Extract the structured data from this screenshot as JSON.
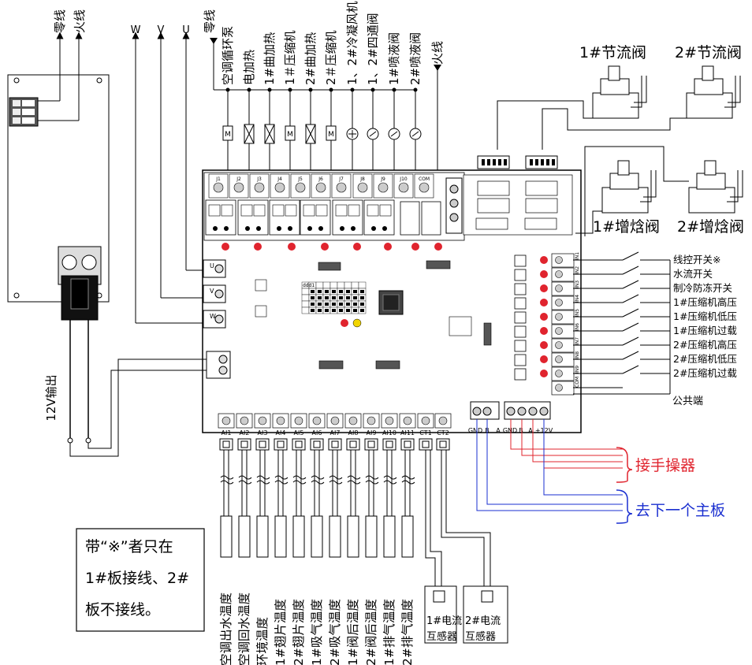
{
  "top_labels": {
    "neutral": "零线",
    "live": "火线",
    "w": "W",
    "v": "V",
    "u": "U",
    "neutral2": "零线",
    "loads": [
      "空调循环泵",
      "电加热",
      "1#曲加热",
      "1＃压缩机",
      "2#曲加热",
      "2＃压缩机",
      "1、2#冷凝风机",
      "1、2#四通阀",
      "1#喷液阀",
      "2#喷液阀"
    ],
    "live2": "火线"
  },
  "load_symbols": [
    "M",
    "",
    "",
    "M",
    "",
    "M",
    "fan",
    "valve",
    "valve",
    "valve"
  ],
  "relay_labels": [
    "J1",
    "J2",
    "J3",
    "J4",
    "J5",
    "J6",
    "J7",
    "J8",
    "J9",
    "J10",
    "COM"
  ],
  "valves": {
    "throttle1": "1#节流阀",
    "throttle2": "2#节流阀",
    "enthalpy1": "1#增焓阀",
    "enthalpy2": "2#增焓阀"
  },
  "switches": [
    "线控开关※",
    "水流开关",
    "制冷防冻开关",
    "1#压缩机高压",
    "1#压缩机低压",
    "1#压缩机过载",
    "2#压缩机高压",
    "2#压缩机低压",
    "2#压缩机过载"
  ],
  "common": "公共端",
  "input_codes": [
    "IN1",
    "IN2",
    "IN3",
    "IN4",
    "IN5",
    "IN6",
    "IN7",
    "IN8",
    "IN9",
    "COM"
  ],
  "uvw_terminals": [
    "U",
    "V",
    "W"
  ],
  "power_12v": "12V输出",
  "analog_inputs": [
    "AI1",
    "AI2",
    "AI3",
    "AI4",
    "AI5",
    "AI6",
    "AI7",
    "AI8",
    "AI9",
    "AI10",
    "AI11",
    "CT1",
    "CT2"
  ],
  "sensors": [
    "空调出水温度",
    "空调回水温度",
    "环境温度",
    "1#翅片温度",
    "2#翅片温度",
    "1#吸气温度",
    "2#吸气温度",
    "1#阀后温度",
    "2#阀后温度",
    "1#排气温度",
    "2#排气温度"
  ],
  "ct": [
    {
      "line1": "1#电流",
      "line2": "互感器"
    },
    {
      "line1": "2#电流",
      "line2": "互感器"
    }
  ],
  "comm1": [
    "GND",
    "B",
    "A"
  ],
  "comm2": [
    "GND",
    "B",
    "A",
    "+12V"
  ],
  "handset": "接手操器",
  "next_board": "去下一个主板",
  "note": {
    "line1": "带“※”者只在",
    "line2": "1#板接线、2#",
    "line3": "板不接线。"
  },
  "table_header": "ddd1",
  "colors": {
    "red": "#e0242e",
    "blue": "#1a2fd0",
    "yellow": "#f2d600"
  }
}
